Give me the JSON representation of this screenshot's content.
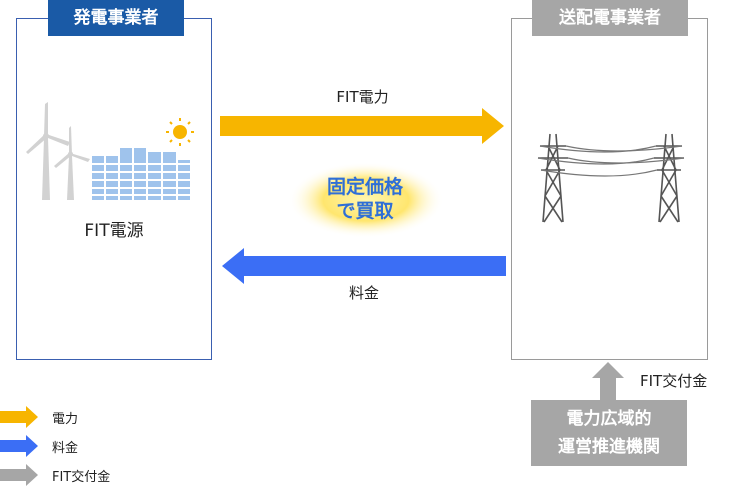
{
  "generator": {
    "label": "発電事業者",
    "source_label": "FIT電源",
    "accent": "#1a5aa6"
  },
  "transmitter": {
    "label": "送配電事業者",
    "accent": "#a6a6a6"
  },
  "flows": {
    "power": {
      "label": "FIT電力",
      "color": "#f7b500"
    },
    "payment": {
      "label": "料金",
      "color": "#3b6ef5"
    },
    "subsidy": {
      "label": "FIT交付金",
      "color": "#a6a6a6"
    }
  },
  "center_badge": {
    "line1": "固定価格",
    "line2": "で買取"
  },
  "organization": {
    "line1": "電力広域的",
    "line2": "運営推進機関"
  },
  "legend": [
    {
      "label": "電力",
      "color": "#f7b500"
    },
    {
      "label": "料金",
      "color": "#3b6ef5"
    },
    {
      "label": "FIT交付金",
      "color": "#a6a6a6"
    }
  ],
  "icons": {
    "wind": "wind-turbine-icon",
    "solar": "solar-panel-icon",
    "sun": "sun-icon",
    "tower": "transmission-tower-icon"
  }
}
